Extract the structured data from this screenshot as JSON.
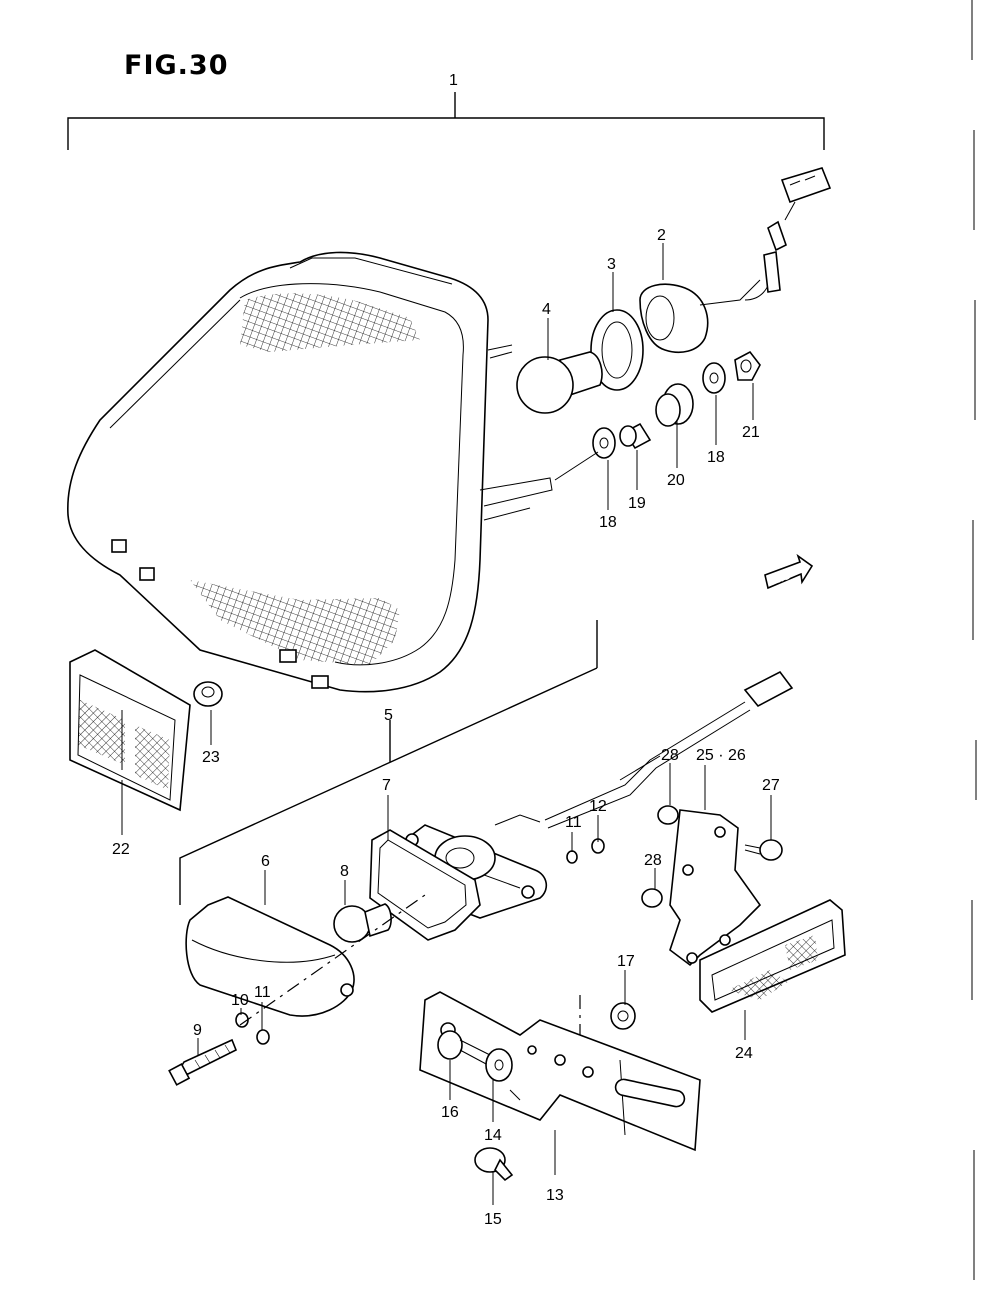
{
  "figure": {
    "title": "FIG.30"
  },
  "fwd_label": "FWD",
  "callouts": {
    "c1": "1",
    "c2": "2",
    "c3": "3",
    "c4": "4",
    "c5": "5",
    "c6": "6",
    "c7": "7",
    "c8": "8",
    "c9": "9",
    "c10": "10",
    "c11a": "11",
    "c11b": "11",
    "c12": "12",
    "c13": "13",
    "c14": "14",
    "c15": "15",
    "c16": "16",
    "c17": "17",
    "c18a": "18",
    "c18b": "18",
    "c19": "19",
    "c20": "20",
    "c21": "21",
    "c22": "22",
    "c23": "23",
    "c24": "24",
    "c25_26": "25 · 26",
    "c27": "27",
    "c28a": "28",
    "c28b": "28"
  }
}
